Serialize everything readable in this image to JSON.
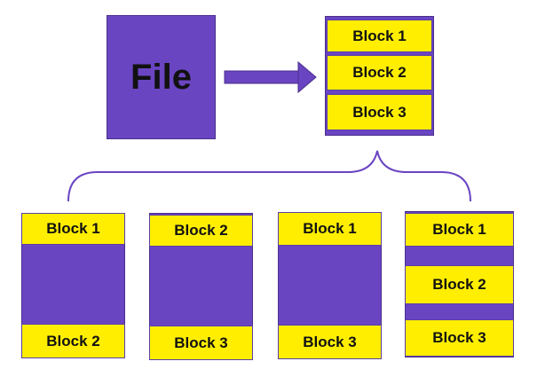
{
  "file": {
    "label": "File"
  },
  "source_stack": {
    "blocks": [
      "Block 1",
      "Block 2",
      "Block 3"
    ]
  },
  "nodes": [
    {
      "blocks": [
        "Block 1",
        "Block 2"
      ]
    },
    {
      "blocks": [
        "Block 2",
        "Block 3"
      ]
    },
    {
      "blocks": [
        "Block 1",
        "Block 3"
      ]
    },
    {
      "blocks": [
        "Block 1",
        "Block 2",
        "Block 3"
      ]
    }
  ],
  "colors": {
    "purple": "#6a45c2",
    "yellow": "#ffee00",
    "outline": "#5a3fa6"
  },
  "icons": {
    "arrow": "right-arrow-icon",
    "brace": "curly-brace"
  }
}
